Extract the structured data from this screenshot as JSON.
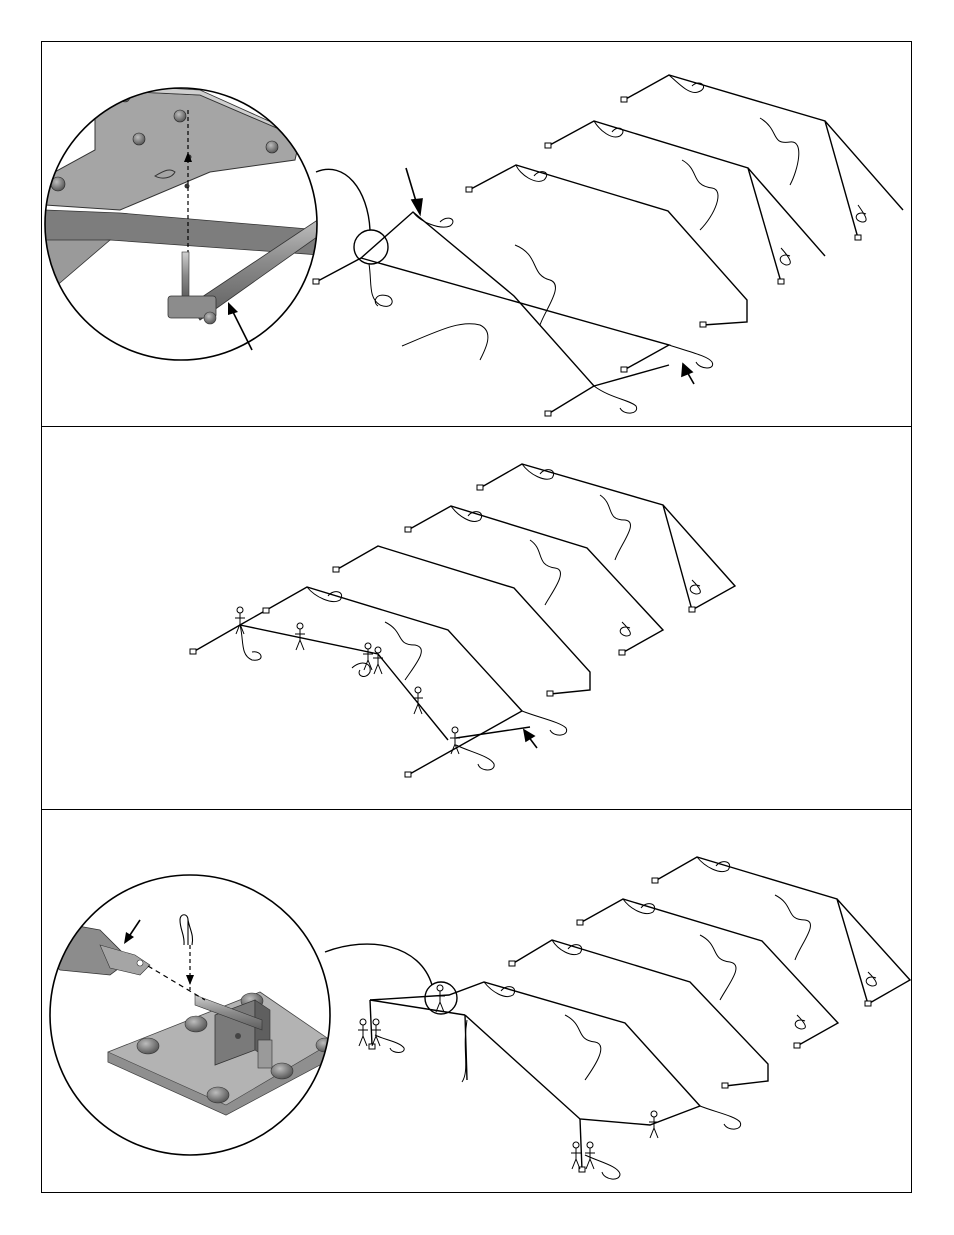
{
  "figure": {
    "panels": [
      {
        "id": "panel-1",
        "content": "frame-assembly-with-pin-detail"
      },
      {
        "id": "panel-2",
        "content": "frame-raising-with-workers"
      },
      {
        "id": "panel-3",
        "content": "frame-anchoring-with-pin-detail"
      }
    ],
    "colors": {
      "line": "#000000",
      "metal": "#a8a8a8",
      "metal_dark": "#6f6f6f",
      "metal_light": "#c9c9c9",
      "background": "#ffffff"
    }
  }
}
